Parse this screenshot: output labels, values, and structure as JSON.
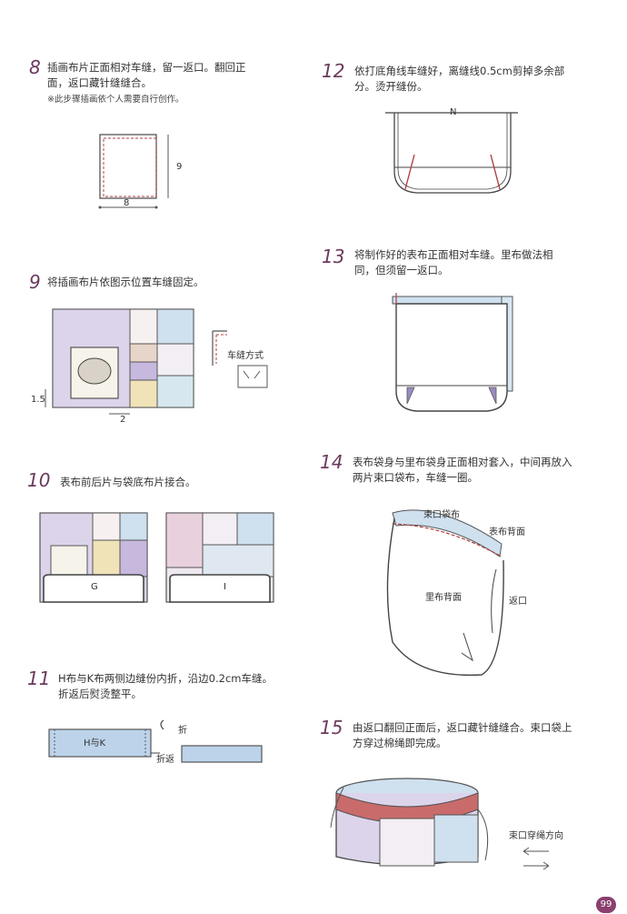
{
  "steps": [
    {
      "num": "8",
      "text": "插画布片正面相对车缝，留一返口。翻回正面，返口藏针缝缝合。",
      "note": "※此步骤插画依个人需要自行创作。"
    },
    {
      "num": "9",
      "text": "将插画布片依图示位置车缝固定。"
    },
    {
      "num": "10",
      "text": "表布前后片与袋底布片接合。"
    },
    {
      "num": "11",
      "text": "H布与K布两侧边缝份内折，沿边0.2cm车缝。折返后熨烫整平。"
    },
    {
      "num": "12",
      "text": "依打底角线车缝好，离缝线0.5cm剪掉多余部分。烫开缝份。"
    },
    {
      "num": "13",
      "text": "将制作好的表布正面相对车缝。里布做法相同，但须留一返口。"
    },
    {
      "num": "14",
      "text": "表布袋身与里布袋身正面相对套入，中间再放入两片束口袋布，车缝一圈。"
    },
    {
      "num": "15",
      "text": "由返口翻回正面后，返口藏针缝缝合。束口袋上方穿过棉绳即完成。"
    }
  ],
  "labels": {
    "dim_9": "9",
    "dim_8": "8",
    "sew_method": "车缝方式",
    "dim_15": "1.5",
    "dim_2": "2",
    "piece_g": "G",
    "piece_i": "I",
    "hk": "H与K",
    "fold": "折",
    "fold_back": "折返",
    "n_mark": "N",
    "drawstring_fabric": "束口袋布",
    "outer_back": "表布背面",
    "lining_back": "里布背面",
    "opening": "返口",
    "cord_direction": "束口穿绳方向"
  },
  "page_number": "99"
}
